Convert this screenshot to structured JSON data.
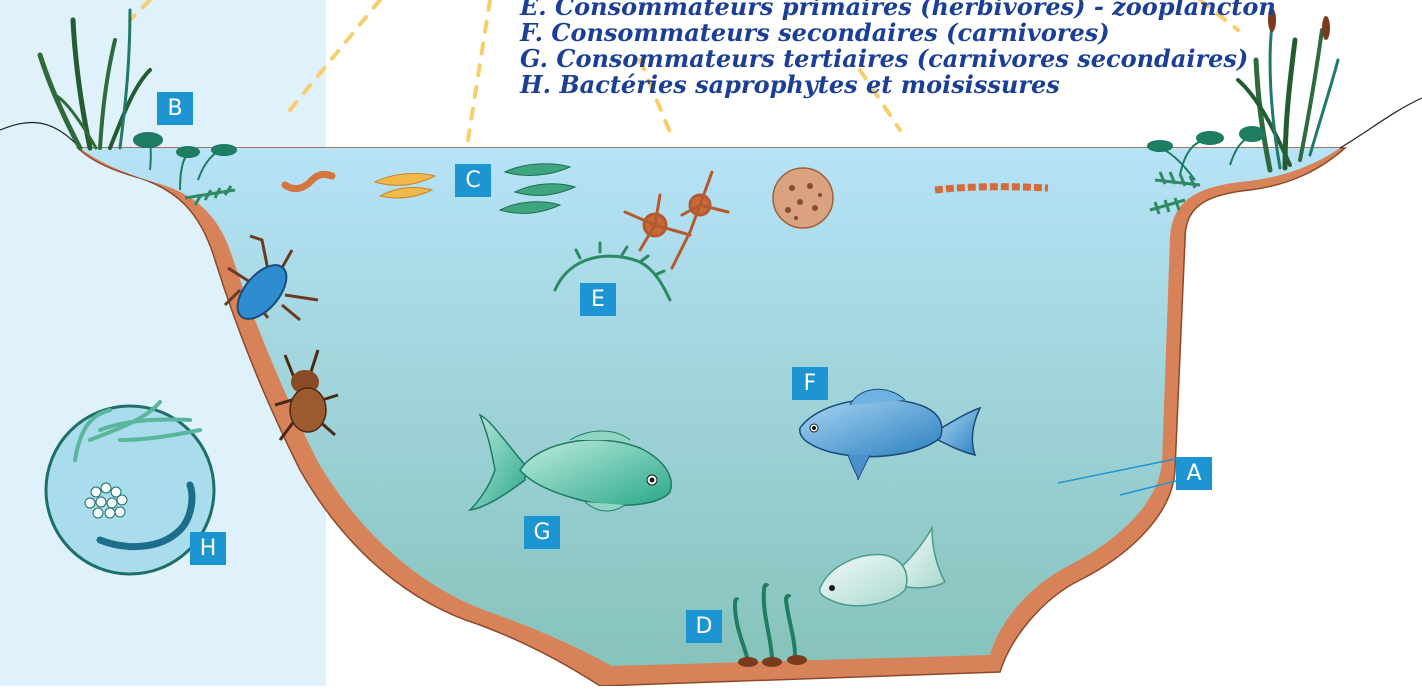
{
  "legend": [
    "E.  Consommateurs primaires (herbivores) - zooplancton",
    "F.  Consommateurs secondaires (carnivores)",
    "G. Consommateurs tertiaires (carnivores secondaires)",
    "H. Bactéries saprophytes et moisissures"
  ],
  "tags": {
    "a": "A",
    "b": "B",
    "c": "C",
    "d": "D",
    "e": "E",
    "f": "F",
    "g": "G",
    "h": "H"
  },
  "colors": {
    "water_top": "#b6e3f7",
    "water_bottom": "#86c3bb",
    "bank": "#d8825a",
    "tag": "#1e95d3",
    "legend_text": "#1b3f97",
    "left_panel": "#dff1fb"
  }
}
